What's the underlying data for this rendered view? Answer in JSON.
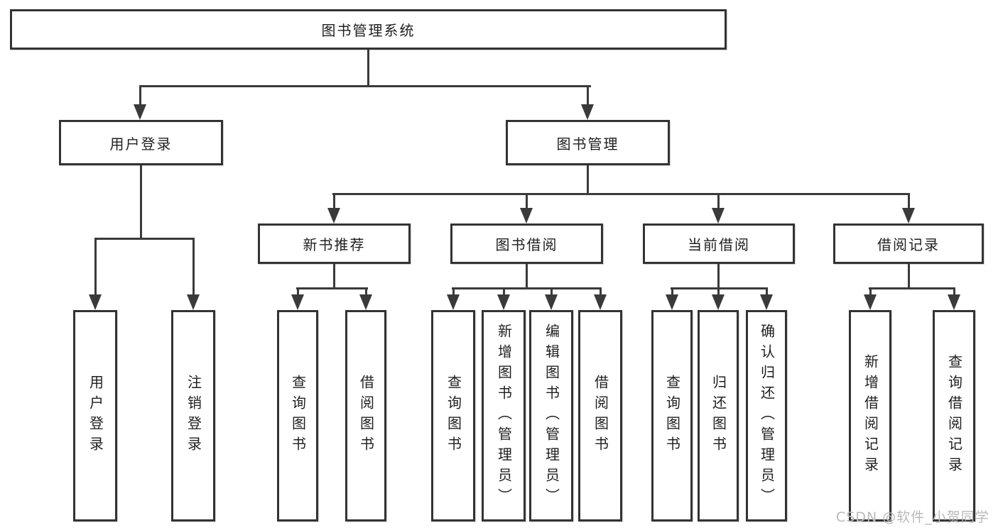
{
  "diagram": {
    "root_label": "图书管理系统",
    "branches": [
      {
        "label": "用户登录",
        "children": [
          "用户登录",
          "注销登录"
        ]
      },
      {
        "label": "图书管理",
        "sub_branches": [
          {
            "label": "新书推荐",
            "children": [
              "查询图书",
              "借阅图书"
            ]
          },
          {
            "label": "图书借阅",
            "children": [
              "查询图书",
              "新增图书（管理员）",
              "编辑图书（管理员）",
              "借阅图书"
            ]
          },
          {
            "label": "当前借阅",
            "children": [
              "查询图书",
              "归还图书",
              "确认归还（管理员）"
            ]
          },
          {
            "label": "借阅记录",
            "children": [
              "新增借阅记录",
              "查询借阅记录"
            ]
          }
        ]
      }
    ]
  },
  "watermark": "CSDN @软件_小贺同学",
  "colors": {
    "background": "#ffffff",
    "box_border": "#333333",
    "line": "#3a3a3a",
    "text": "#1f1f1f",
    "watermark": "#b9b9b9"
  }
}
